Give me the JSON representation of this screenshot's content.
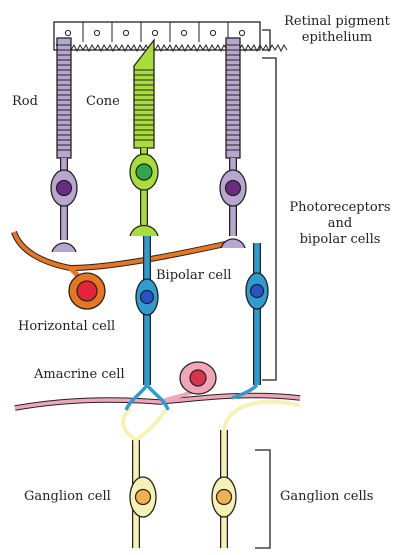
{
  "labels": {
    "retinal_pigment_epithelium": [
      "Retinal pigment",
      "epithelium"
    ],
    "rod": "Rod",
    "cone": "Cone",
    "photoreceptors_and_bipolar": [
      "Photoreceptors",
      "and",
      "bipolar cells"
    ],
    "bipolar_cell": "Bipolar cell",
    "horizontal_cell": "Horizontal cell",
    "amacrine_cell": "Amacrine cell",
    "ganglion_cell": "Ganglion cell",
    "ganglion_cells": "Ganglion cells"
  },
  "colors": {
    "rod": "#b6a6d0",
    "rod_nucleus": "#6a2b80",
    "cone": "#a8dd3c",
    "cone_nucleus": "#2fa74f",
    "bipolar": "#2f9bd1",
    "bipolar_nucleus": "#2a52c8",
    "horizontal": "#e87620",
    "horizontal_nucleus": "#e5233a",
    "amacrine": "#f1a6b7",
    "amacrine_nucleus": "#d8334f",
    "ganglion": "#f5f2b4",
    "ganglion_nucleus": "#f0b050",
    "outline": "#222222"
  }
}
